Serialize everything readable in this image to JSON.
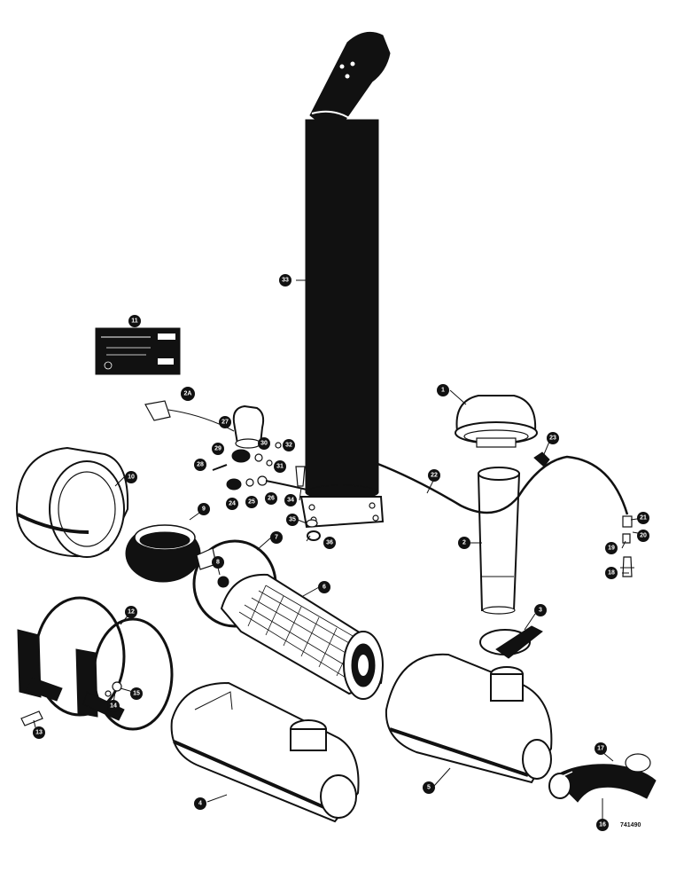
{
  "callouts": {
    "c1": "1",
    "c2": "2",
    "c3": "3",
    "c4": "4",
    "c5": "5",
    "c6": "6",
    "c7": "7",
    "c8": "8",
    "c9": "9",
    "c10": "10",
    "c11": "11",
    "c12": "12",
    "c13": "13",
    "c14": "14",
    "c15": "15",
    "c16": "16",
    "c17": "17",
    "c18": "18",
    "c19": "19",
    "c20": "20",
    "c21": "21",
    "c22": "22",
    "c23": "23",
    "c24": "24",
    "c25": "25",
    "c26": "26",
    "c27": "27",
    "c28": "28",
    "c29": "29",
    "c30": "30",
    "c31": "31",
    "c32": "32",
    "c33": "33",
    "c34": "34",
    "c35": "35",
    "c36": "36",
    "c2a": "2A"
  },
  "drawing_number": "741490",
  "colors": {
    "ink": "#111111",
    "paper": "#ffffff"
  }
}
